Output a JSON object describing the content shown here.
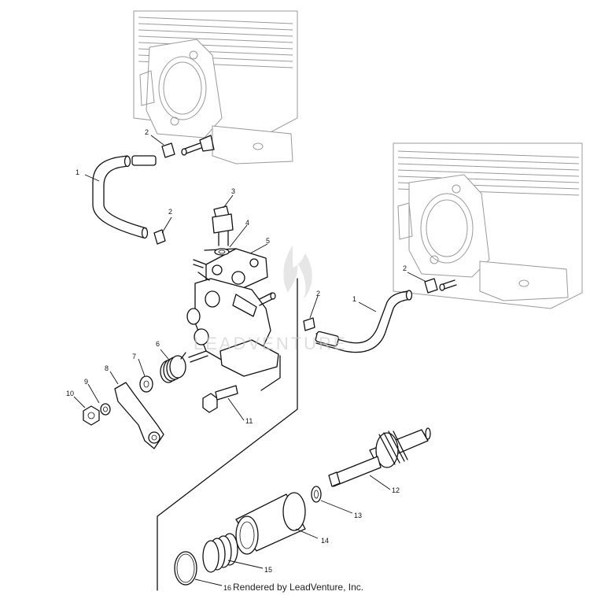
{
  "callouts": [
    {
      "id": "c1a",
      "text": "1"
    },
    {
      "id": "c2a",
      "text": "2"
    },
    {
      "id": "c2b",
      "text": "2"
    },
    {
      "id": "c3",
      "text": "3"
    },
    {
      "id": "c4",
      "text": "4"
    },
    {
      "id": "c5",
      "text": "5"
    },
    {
      "id": "c6",
      "text": "6"
    },
    {
      "id": "c7",
      "text": "7"
    },
    {
      "id": "c8",
      "text": "8"
    },
    {
      "id": "c9",
      "text": "9"
    },
    {
      "id": "c10",
      "text": "10"
    },
    {
      "id": "c11",
      "text": "11"
    },
    {
      "id": "c2c",
      "text": "2"
    },
    {
      "id": "c1b",
      "text": "1"
    },
    {
      "id": "c2d",
      "text": "2"
    },
    {
      "id": "c12",
      "text": "12"
    },
    {
      "id": "c13",
      "text": "13"
    },
    {
      "id": "c14",
      "text": "14"
    },
    {
      "id": "c15",
      "text": "15"
    },
    {
      "id": "c16",
      "text": "16"
    }
  ],
  "watermark": "LEADVENTURE",
  "credit": "Rendered by LeadVenture, Inc."
}
